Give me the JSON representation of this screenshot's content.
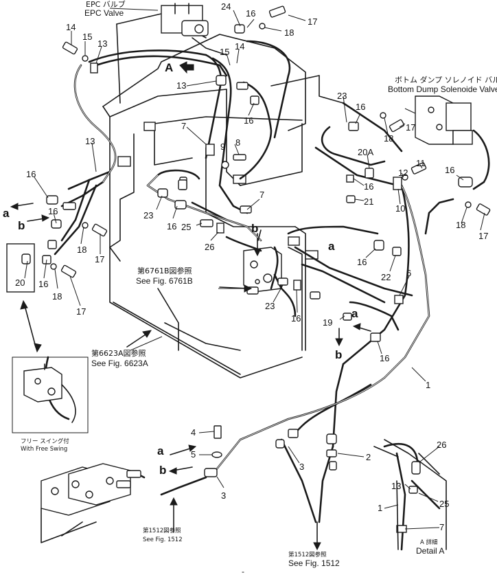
{
  "labels": {
    "epc_valve_jp": "EPC バルブ",
    "epc_valve": "EPC Valve",
    "bottom_dump_jp": "ボトム ダンプ ソレノイド バルブ",
    "bottom_dump": "Bottom Dump Solenoide Valve",
    "ref_6761b_jp": "第6761B図参照",
    "ref_6761b": "See Fig. 6761B",
    "ref_6623a_jp": "第6623A図参照",
    "ref_6623a": "See Fig. 6623A",
    "free_swing_jp": "フリー スイング付",
    "free_swing": "With Free Swing",
    "ref_1512_left_jp": "第1512図参照",
    "ref_1512_left": "See Fig. 1512",
    "ref_1512_right_jp": "第1512図参照",
    "ref_1512_right": "See Fig. 1512",
    "detail_a_jp": "A 詳細",
    "detail_a": "Detail A",
    "view_a": "A",
    "page_mark": "-"
  },
  "callouts": {
    "c24": "24",
    "c16a": "16",
    "c17a": "17",
    "c18a": "18",
    "c14a": "14",
    "c15a": "15",
    "c13a": "13",
    "c15b": "15",
    "c14b": "14",
    "c13b": "13",
    "c16b": "16",
    "c7a": "7",
    "c9": "9",
    "c8": "8",
    "c23a": "23",
    "c16c": "16",
    "c18b": "18",
    "c17b": "17",
    "c20A": "20A",
    "c12": "12",
    "c11": "11",
    "c16d": "16",
    "c21": "21",
    "c10": "10",
    "c16e": "16",
    "c18c": "18",
    "c17c": "17",
    "c13c": "13",
    "c16f": "16",
    "c16g": "16",
    "c18d": "18",
    "c17d": "17",
    "c20": "20",
    "c16h": "16",
    "c18e": "18",
    "c17e": "17",
    "c23b": "23",
    "c16i": "16",
    "c25a": "25",
    "c26a": "26",
    "c7b": "7",
    "c16j": "16",
    "c22": "22",
    "c6": "6",
    "c23c": "23",
    "c16k": "16",
    "c19": "19",
    "c16l": "16",
    "c1": "1",
    "c4": "4",
    "c5": "5",
    "c3a": "3",
    "c3b": "3",
    "c2": "2",
    "c26b": "26",
    "c13d": "13",
    "c25b": "25",
    "c1b": "1",
    "c7c": "7"
  },
  "ports": {
    "a1": "a",
    "b1": "b",
    "a2": "a",
    "b2": "b",
    "a3": "a",
    "b3": "b",
    "a4": "a",
    "b4": "b"
  }
}
